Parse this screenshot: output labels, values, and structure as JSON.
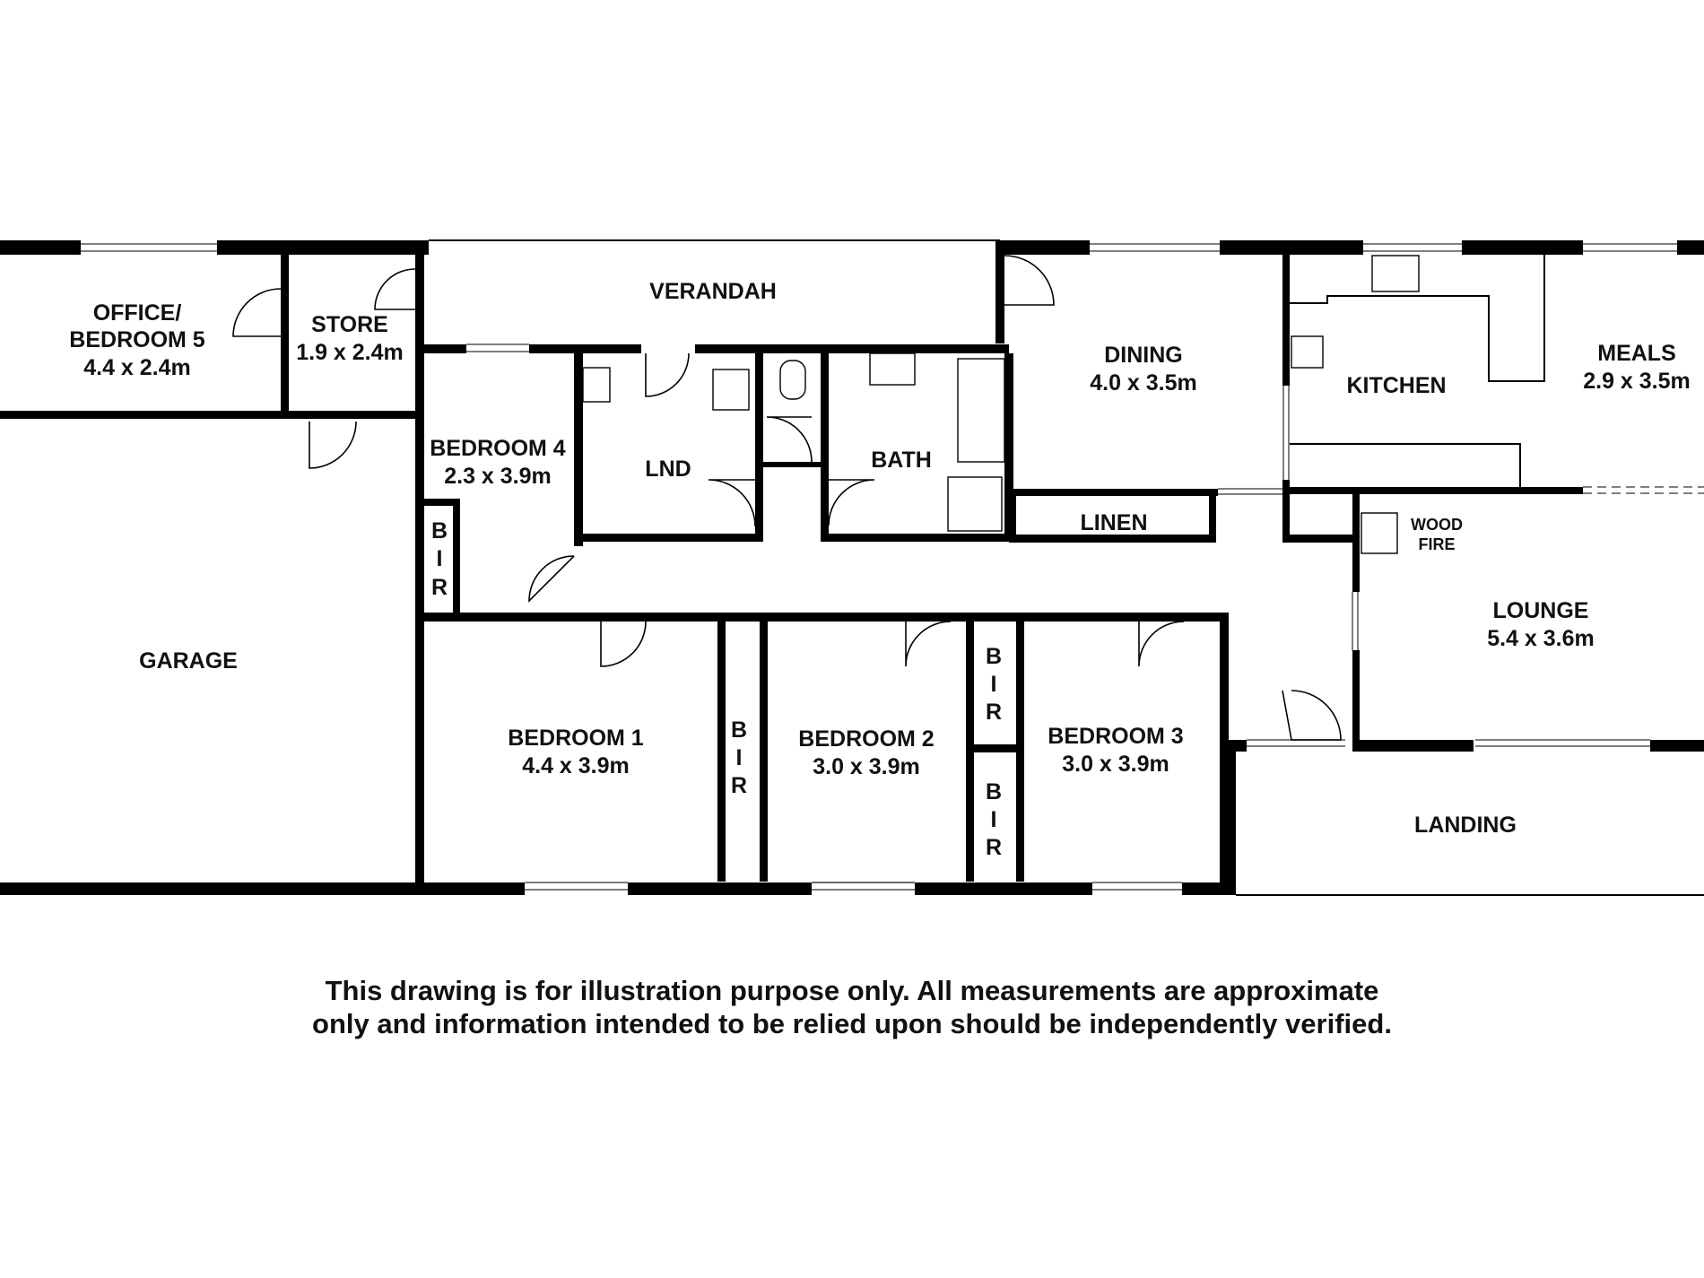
{
  "rooms": {
    "office": {
      "name": "OFFICE/",
      "name2": "BEDROOM 5",
      "size": "4.4 x 2.4m"
    },
    "store": {
      "name": "STORE",
      "size": "1.9 x 2.4m"
    },
    "verandah": {
      "name": "VERANDAH"
    },
    "dining": {
      "name": "DINING",
      "size": "4.0 x 3.5m"
    },
    "kitchen": {
      "name": "KITCHEN"
    },
    "meals": {
      "name": "MEALS",
      "size": "2.9 x 3.5m"
    },
    "bedroom4": {
      "name": "BEDROOM 4",
      "size": "2.3 x 3.9m"
    },
    "lnd": {
      "name": "LND"
    },
    "bath": {
      "name": "BATH"
    },
    "linen": {
      "name": "LINEN"
    },
    "wood_fire": {
      "line1": "WOOD",
      "line2": "FIRE"
    },
    "lounge": {
      "name": "LOUNGE",
      "size": "5.4 x 3.6m"
    },
    "garage": {
      "name": "GARAGE"
    },
    "bedroom1": {
      "name": "BEDROOM 1",
      "size": "4.4 x 3.9m"
    },
    "bedroom2": {
      "name": "BEDROOM 2",
      "size": "3.0 x 3.9m"
    },
    "bedroom3": {
      "name": "BEDROOM 3",
      "size": "3.0 x 3.9m"
    },
    "landing": {
      "name": "LANDING"
    },
    "bir": {
      "b": "B",
      "i": "I",
      "r": "R"
    }
  },
  "disclaimer": {
    "line1": "This drawing is for illustration purpose only. All measurements are approximate",
    "line2": "only and information intended to be relied upon should be independently verified."
  }
}
